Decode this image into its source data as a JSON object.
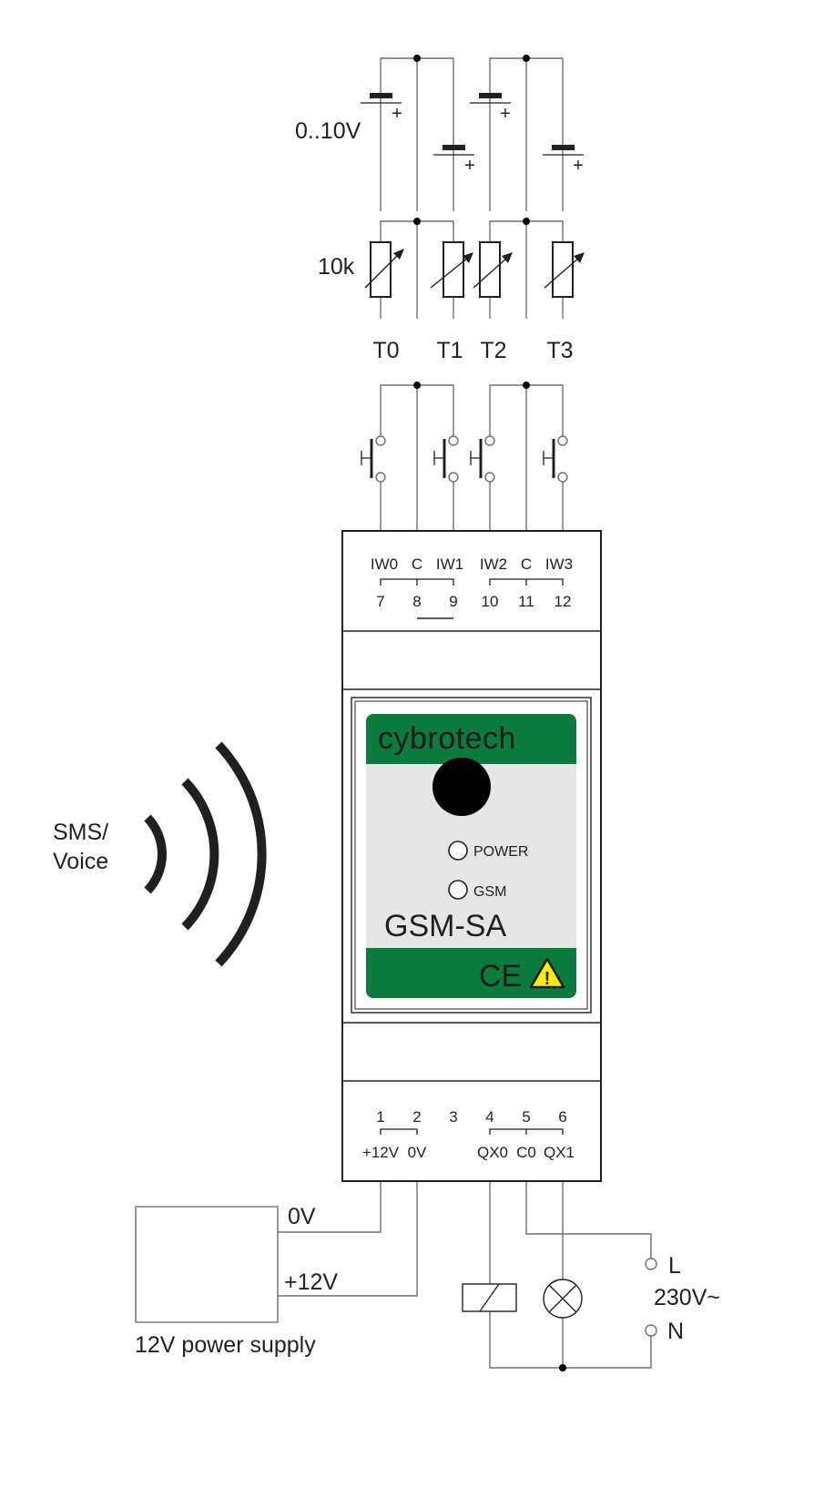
{
  "diagram": {
    "voltage_label": "0..10V",
    "resistor_label": "10k",
    "temp_labels": [
      "T0",
      "T1",
      "T2",
      "T3"
    ],
    "top_terminals": {
      "names": [
        "IW0",
        "C",
        "IW1",
        "IW2",
        "C",
        "IW3"
      ],
      "numbers": [
        "7",
        "8",
        "9",
        "10",
        "11",
        "12"
      ]
    },
    "device": {
      "brand": "cybrotech",
      "model": "GSM-SA",
      "led_power": "POWER",
      "led_gsm": "GSM",
      "ce_mark": "CE",
      "warning_symbol": "!"
    },
    "wireless_label_line1": "SMS/",
    "wireless_label_line2": "Voice",
    "bottom_terminals": {
      "numbers": [
        "1",
        "2",
        "3",
        "4",
        "5",
        "6"
      ],
      "names": [
        "+12V",
        "0V",
        "QX0",
        "C0",
        "QX1"
      ]
    },
    "power_supply": {
      "label": "12V power supply",
      "out_0v": "0V",
      "out_12v": "+12V"
    },
    "mains": {
      "l": "L",
      "voltage": "230V~",
      "n": "N"
    },
    "colors": {
      "panel_green": "#0a7a3d",
      "panel_grey": "#e6e6e6",
      "warning_yellow": "#ffed00"
    }
  }
}
